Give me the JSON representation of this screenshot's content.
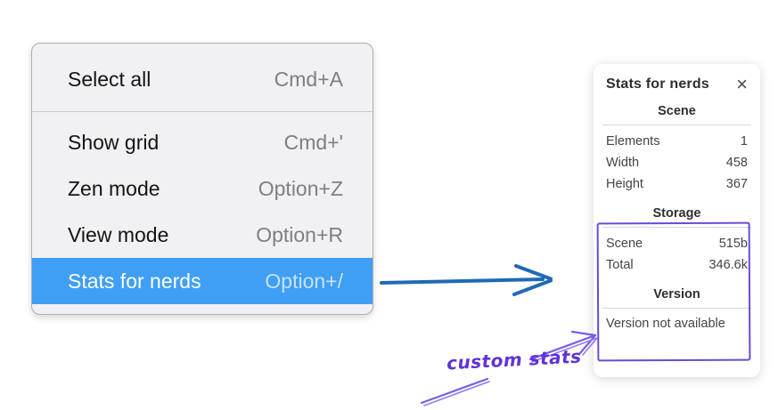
{
  "context_menu": {
    "item_select_all": {
      "label": "Select all",
      "shortcut": "Cmd+A"
    },
    "item_show_grid": {
      "label": "Show grid",
      "shortcut": "Cmd+'"
    },
    "item_zen_mode": {
      "label": "Zen mode",
      "shortcut": "Option+Z"
    },
    "item_view_mode": {
      "label": "View mode",
      "shortcut": "Option+R"
    },
    "item_stats_for_nerds": {
      "label": "Stats for nerds",
      "shortcut": "Option+/",
      "selected": true
    },
    "selection_color": "#3f9ff5"
  },
  "stats_panel": {
    "title": "Stats for nerds",
    "close_icon": "×",
    "scene_section": {
      "heading": "Scene",
      "rows": [
        {
          "label": "Elements",
          "value": "1"
        },
        {
          "label": "Width",
          "value": "458"
        },
        {
          "label": "Height",
          "value": "367"
        }
      ]
    },
    "storage_section": {
      "heading": "Storage",
      "rows": [
        {
          "label": "Scene",
          "value": "515b"
        },
        {
          "label": "Total",
          "value": "346.6k"
        }
      ]
    },
    "version_section": {
      "heading": "Version",
      "note": "Version not available"
    }
  },
  "annotation": {
    "label": "custom stats",
    "text_color": "#5f33d6",
    "box_color": "#6a4bd6",
    "arrow_color": "#7a5ce8"
  },
  "pointer_arrow": {
    "color": "#1e6ab6"
  }
}
